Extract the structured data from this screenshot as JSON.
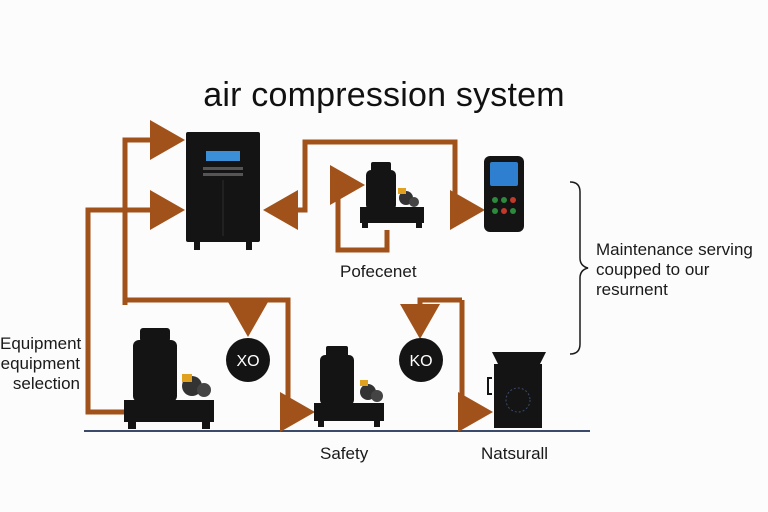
{
  "title": "air compression system",
  "labels": {
    "left": [
      "Equipment",
      "equipment",
      "selection"
    ],
    "right": [
      "Maintenance serving",
      "coupped to our",
      "resurnent"
    ],
    "center_compressor": "Pofecenet",
    "safety": "Safety",
    "natural": "Natsurall"
  },
  "valves": [
    {
      "text": "XO"
    },
    {
      "text": "KO"
    }
  ],
  "colors": {
    "arrow": "#a0521a",
    "equipment": "#141414",
    "panel_screen": "#3a8fd6",
    "remote_screen": "#2f7fd0",
    "baseline": "#3a4a6a"
  },
  "icons": [
    "control-cabinet-icon",
    "compressor-icon",
    "remote-control-icon",
    "valve-icon",
    "generator-housing-icon"
  ]
}
